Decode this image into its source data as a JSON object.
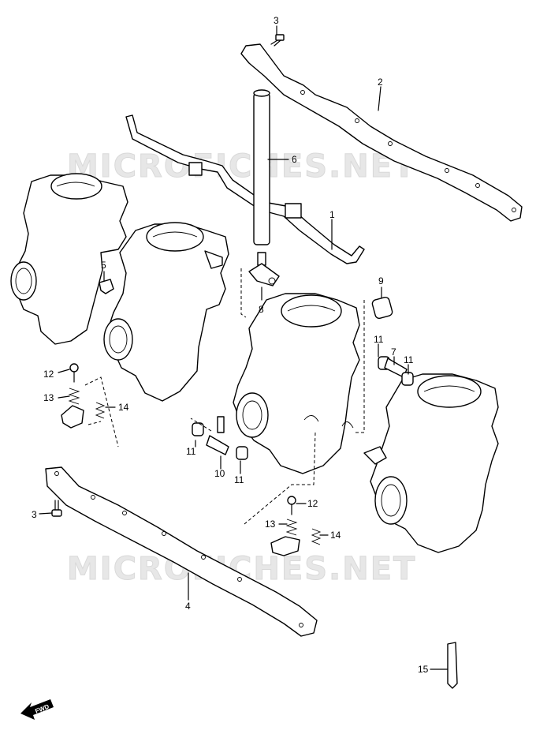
{
  "watermarks": [
    "MICROFICHES.NET",
    "MICROFICHES.NET"
  ],
  "fwd_badge": "FWD",
  "callouts": {
    "p1": "1",
    "p2": "2",
    "p3a": "3",
    "p3b": "3",
    "p4": "4",
    "p5": "5",
    "p6": "6",
    "p7": "7",
    "p8": "8",
    "p9": "9",
    "p10": "10",
    "p11a": "11",
    "p11b": "11",
    "p11c": "11",
    "p11d": "11",
    "p12a": "12",
    "p12b": "12",
    "p13a": "13",
    "p13b": "13",
    "p14a": "14",
    "p14b": "14",
    "p15": "15"
  }
}
